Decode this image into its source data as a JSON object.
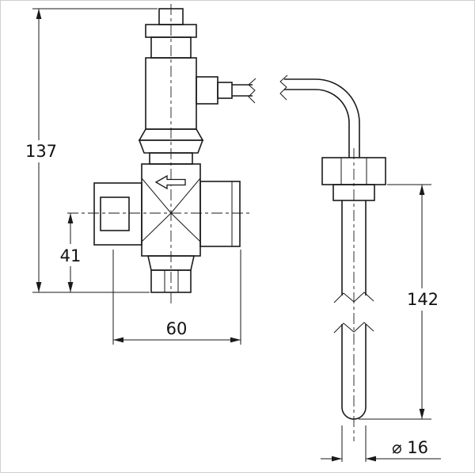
{
  "drawing": {
    "type": "technical-dimensional-drawing",
    "dimensions": {
      "overall_height": "137",
      "port_center_height": "41",
      "body_width": "60",
      "probe_length": "142",
      "probe_diameter": "⌀ 16"
    },
    "icons": {
      "flow_direction": "left-outline-arrow"
    },
    "colors": {
      "line": "#1a1a1a",
      "background": "#ffffff",
      "border": "#cfcfcf"
    }
  }
}
